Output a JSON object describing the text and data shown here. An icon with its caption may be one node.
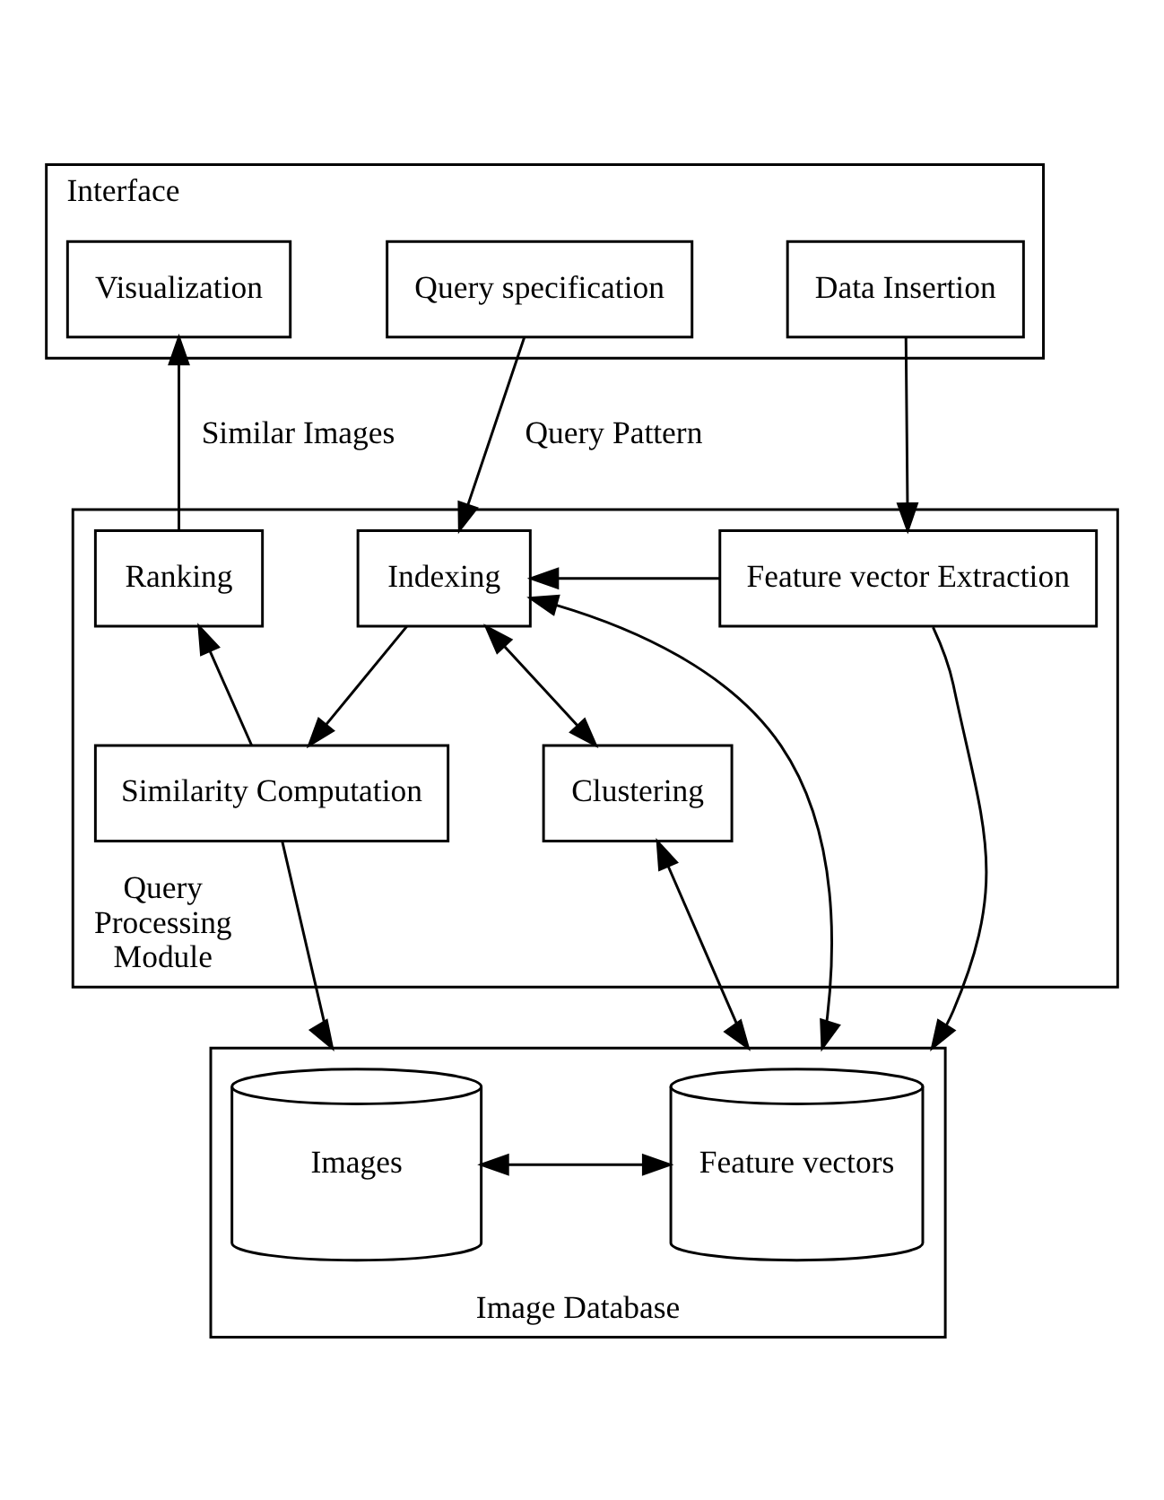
{
  "diagram": {
    "nodes": [
      {
        "text": [
          "Interface"
        ]
      },
      {
        "text": [
          "Data Insertion"
        ],
        "in": 0
      },
      {
        "text": [
          "Query specification"
        ],
        "in": 0
      },
      {
        "text": [
          "Visualization"
        ],
        "in": 0
      },
      {
        "text": [
          "Query Processing Module"
        ]
      },
      {
        "text": [
          "Feature vector Extraction"
        ],
        "in": 4
      },
      {
        "text": [
          "Indexing"
        ],
        "in": 4
      },
      {
        "text": [
          "Ranking"
        ],
        "in": 4
      },
      {
        "text": [
          "Clustering"
        ],
        "in": 4
      },
      {
        "text": [
          "Similarity Computation"
        ],
        "in": 4
      },
      {
        "text": [
          "Image Database"
        ]
      },
      {
        "text": [
          "Feature vectors"
        ],
        "in": 10
      },
      {
        "text": [
          "Images"
        ],
        "in": 10
      }
    ],
    "edges": [
      {
        "from": 1,
        "to": 5,
        "arrow": "to"
      },
      {
        "from": 2,
        "to": 6,
        "arrow": "to",
        "label": "Query Pattern"
      },
      {
        "from": 7,
        "to": 3,
        "arrow": "to",
        "label": "Similar Images"
      },
      {
        "from": 5,
        "to": 6,
        "arrow": "to"
      },
      {
        "from": 6,
        "to": 9,
        "arrow": "to"
      },
      {
        "from": 9,
        "to": 7,
        "arrow": "to"
      },
      {
        "from": 6,
        "to": 8,
        "arrow": "both"
      },
      {
        "from": 8,
        "to": 10,
        "arrow": "both"
      },
      {
        "from": 6,
        "to": 10,
        "arrow": "both"
      },
      {
        "from": 5,
        "to": 10,
        "arrow": "to"
      },
      {
        "from": 9,
        "to": 10,
        "arrow": "to"
      },
      {
        "from": 11,
        "to": 12,
        "arrow": "both"
      }
    ]
  }
}
